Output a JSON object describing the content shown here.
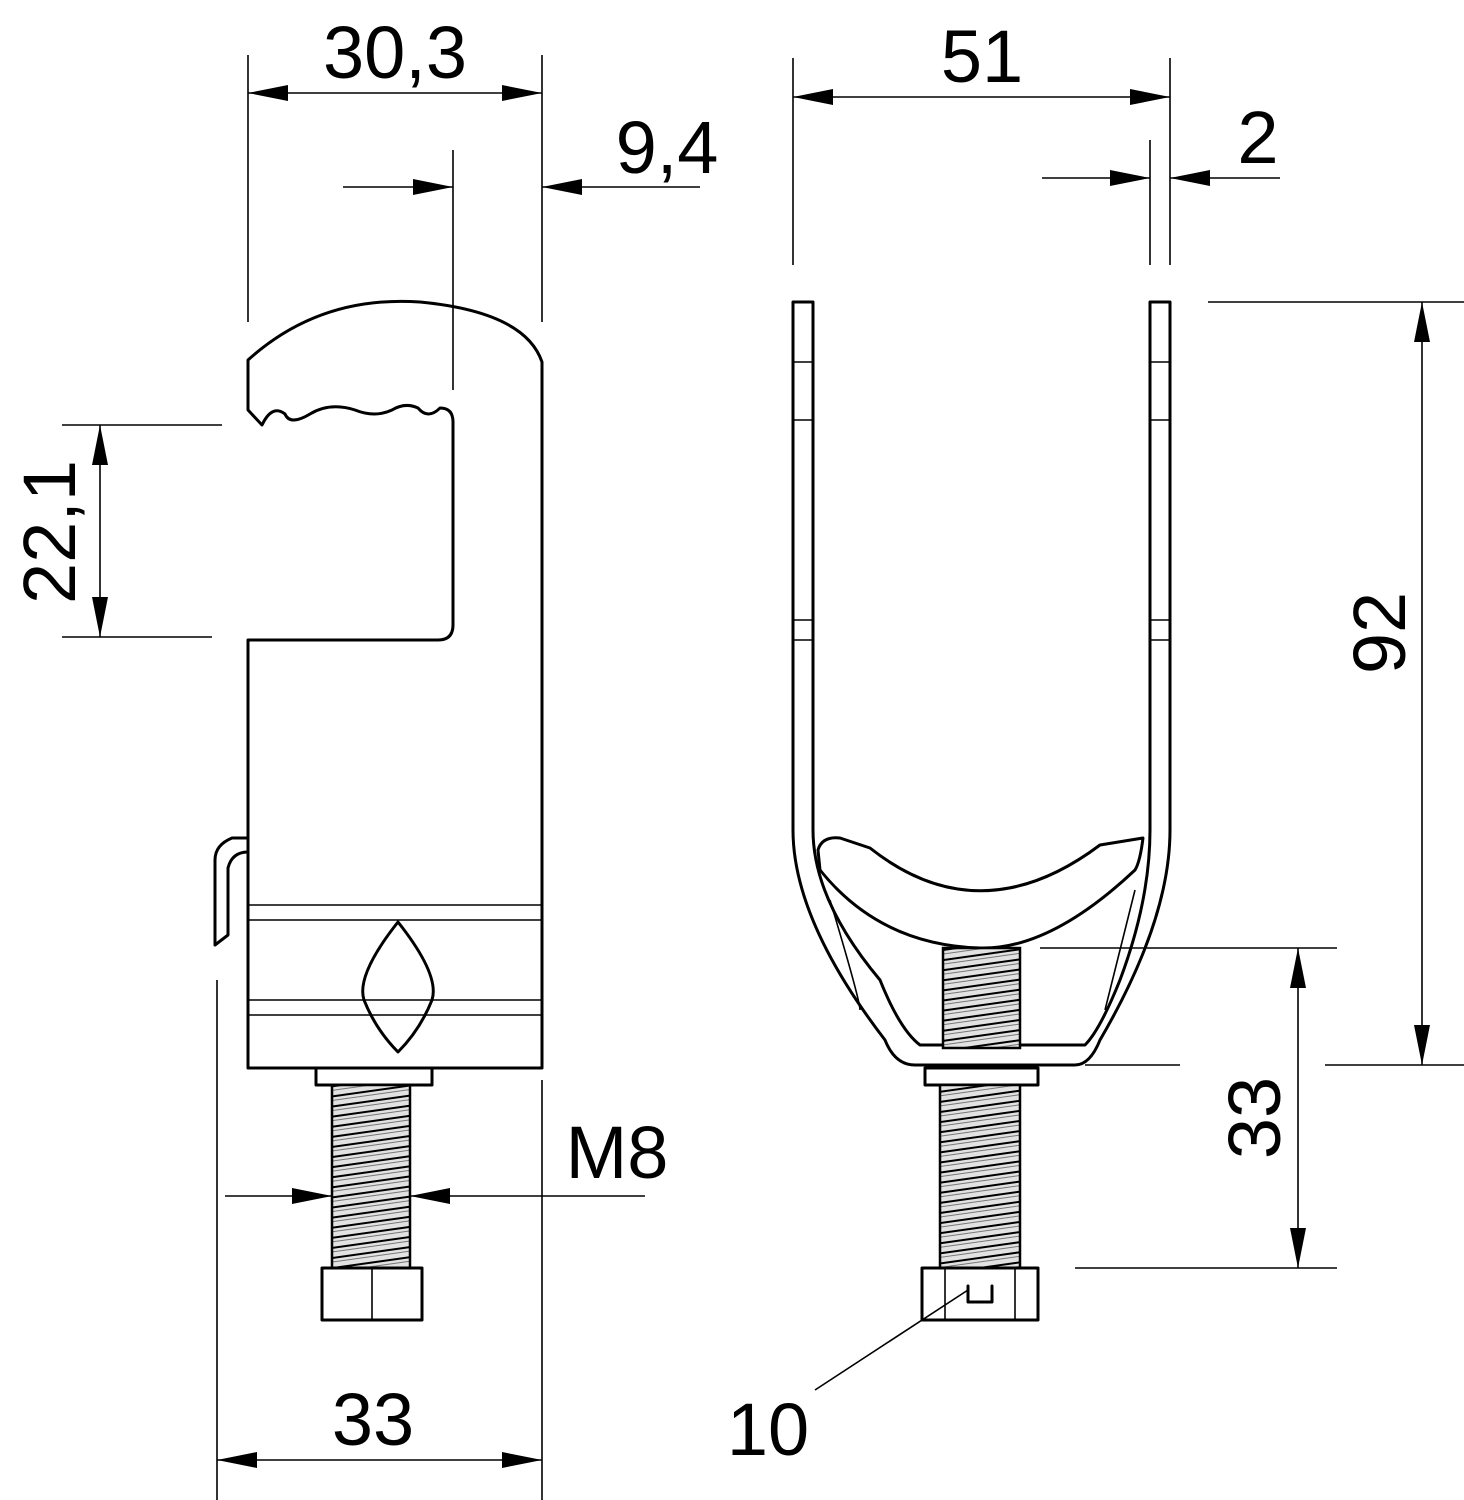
{
  "title": "Cable clamp technical drawing",
  "dimensions": {
    "left_width_top": "30,3",
    "left_slot_offset": "9,4",
    "left_slot_height": "22,1",
    "left_thread": "M8",
    "left_base_width": "33",
    "right_width": "51",
    "right_thickness": "2",
    "right_height": "92",
    "right_screw_length": "33",
    "right_nut_size": "10"
  },
  "colors": {
    "line": "#000000",
    "background": "#ffffff"
  }
}
